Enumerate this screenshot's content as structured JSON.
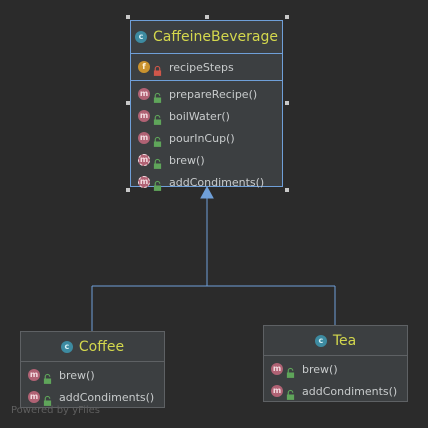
{
  "parent": {
    "name": "CaffeineBeverage",
    "fields": [
      {
        "name": "recipeSteps",
        "kind": "f",
        "access": "private"
      }
    ],
    "methods": [
      {
        "name": "prepareRecipe()",
        "kind": "m",
        "access": "public"
      },
      {
        "name": "boilWater()",
        "kind": "m",
        "access": "public"
      },
      {
        "name": "pourInCup()",
        "kind": "m",
        "access": "public"
      },
      {
        "name": "brew()",
        "kind": "m",
        "access": "public",
        "abstract": true
      },
      {
        "name": "addCondiments()",
        "kind": "m",
        "access": "public",
        "abstract": true
      }
    ]
  },
  "children": [
    {
      "name": "Coffee",
      "methods": [
        {
          "name": "brew()",
          "kind": "m",
          "access": "public"
        },
        {
          "name": "addCondiments()",
          "kind": "m",
          "access": "public"
        }
      ]
    },
    {
      "name": "Tea",
      "methods": [
        {
          "name": "brew()",
          "kind": "m",
          "access": "public"
        },
        {
          "name": "addCondiments()",
          "kind": "m",
          "access": "public"
        }
      ]
    }
  ],
  "icons": {
    "class_badge": "c",
    "method_badge": "m",
    "field_badge": "f"
  },
  "watermark": "Powered by yFiles",
  "colors": {
    "background": "#2b2b2b",
    "box": "#3c3f41",
    "class_name": "#d4d84d",
    "edge": "#6f9fd8",
    "public_lock": "#5fa55a",
    "private_lock": "#d0574a"
  }
}
